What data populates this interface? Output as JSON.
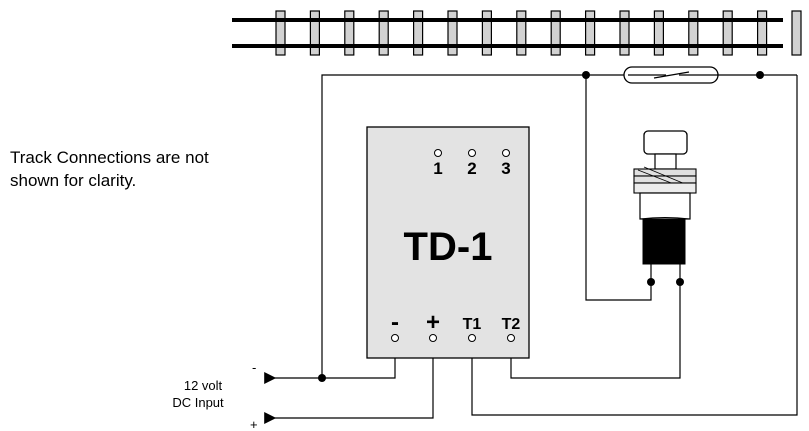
{
  "note": {
    "line1": "Track Connections are not",
    "line2": "shown for clarity."
  },
  "module": {
    "title": "TD-1",
    "top_terminals": [
      "1",
      "2",
      "3"
    ],
    "bottom_terminals": [
      "-",
      "+",
      "T1",
      "T2"
    ]
  },
  "power": {
    "label_line1": "12 volt",
    "label_line2": "DC Input",
    "negative": "-",
    "positive": "+"
  },
  "colors": {
    "module_fill": "#e3e3e3",
    "tie_fill": "#d2d2d2",
    "line": "#000000"
  }
}
